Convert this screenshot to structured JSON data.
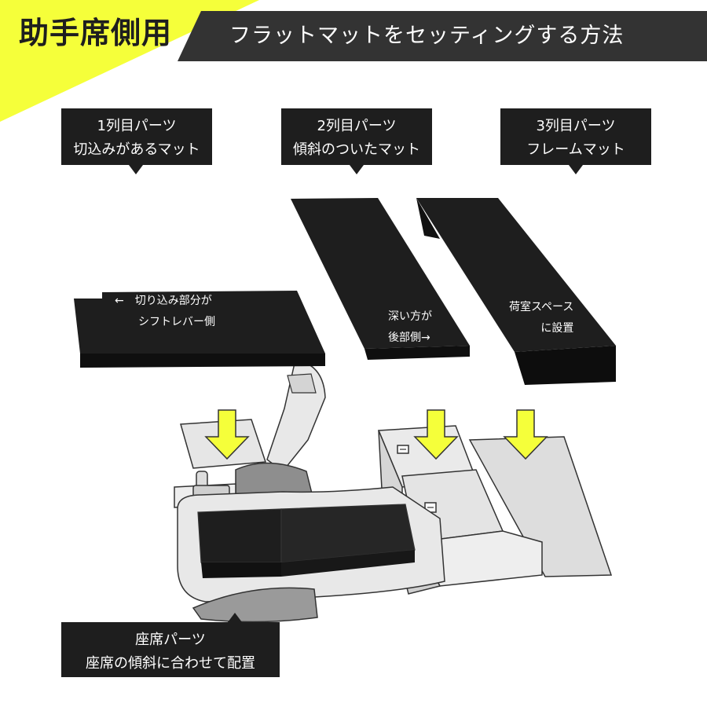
{
  "header": {
    "tag": "助手席側用",
    "title": "フラットマットをセッティングする方法",
    "colors": {
      "accent": "#f5ff3a",
      "bar": "#333333",
      "text_dark": "#1e1e1e"
    }
  },
  "parts": [
    {
      "line1": "1列目パーツ",
      "line2": "切込みがあるマット"
    },
    {
      "line1": "2列目パーツ",
      "line2": "傾斜のついたマット"
    },
    {
      "line1": "3列目パーツ",
      "line2": "フレームマット"
    }
  ],
  "notes": {
    "row1": {
      "line1": "←　切り込み部分が",
      "line2": "シフトレバー側"
    },
    "row2": {
      "line1": "深い方が",
      "line2": "後部側→"
    },
    "row3": {
      "line1": "荷室スペース",
      "line2": "に設置"
    }
  },
  "seat_part": {
    "line1": "座席パーツ",
    "line2": "座席の傾斜に合わせて配置"
  },
  "icons": [
    "down-arrow-icon",
    "gear-shift-icon",
    "seat-latch-icon"
  ]
}
